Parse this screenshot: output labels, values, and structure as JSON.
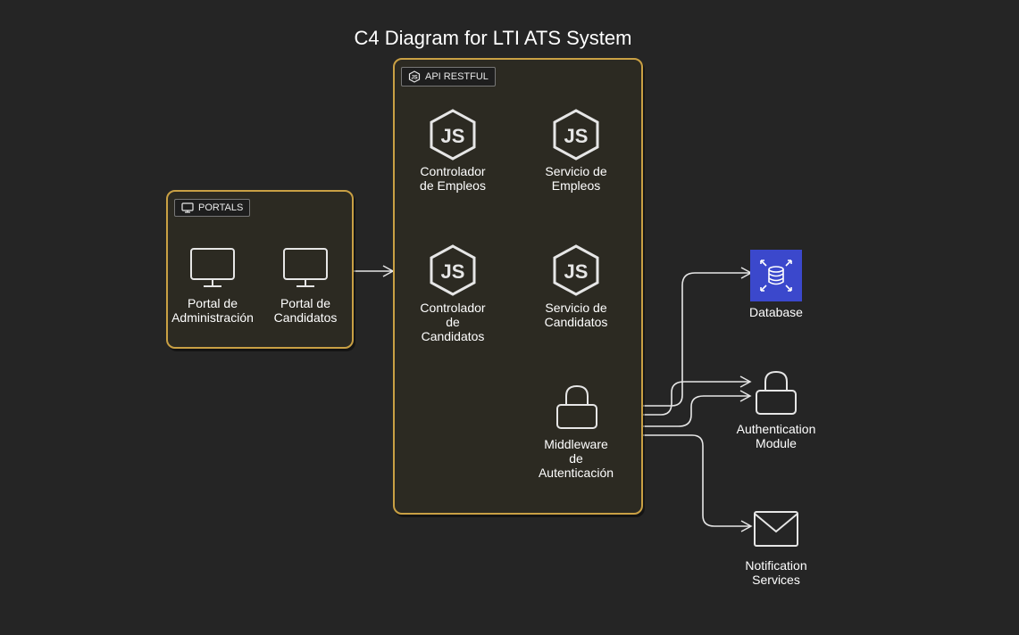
{
  "title": "C4 Diagram for LTI ATS System",
  "groups": {
    "portals": {
      "tag": "PORTALS"
    },
    "api": {
      "tag": "API RESTFUL"
    }
  },
  "nodes": {
    "admin_portal": "Portal de\nAdministración",
    "candidate_portal": "Portal de\nCandidatos",
    "employee_controller": "Controlador\nde Empleos",
    "employee_service": "Servicio de\nEmpleos",
    "candidate_controller": "Controlador\nde\nCandidatos",
    "candidate_service": "Servicio de\nCandidatos",
    "auth_middleware": "Middleware\nde\nAutenticación",
    "database": "Database",
    "auth_module": "Authentication\nModule",
    "notification": "Notification\nServices"
  },
  "icons": {
    "portal": "monitor-icon",
    "controller": "nodejs-icon",
    "service": "nodejs-icon",
    "middleware": "lock-icon",
    "database": "aws-database-icon",
    "auth_module": "lock-icon",
    "notification": "envelope-icon"
  },
  "colors": {
    "background": "#252525",
    "group_border": "#c9a044",
    "database_fill": "#3b48cc",
    "line": "#e6e6e6"
  }
}
